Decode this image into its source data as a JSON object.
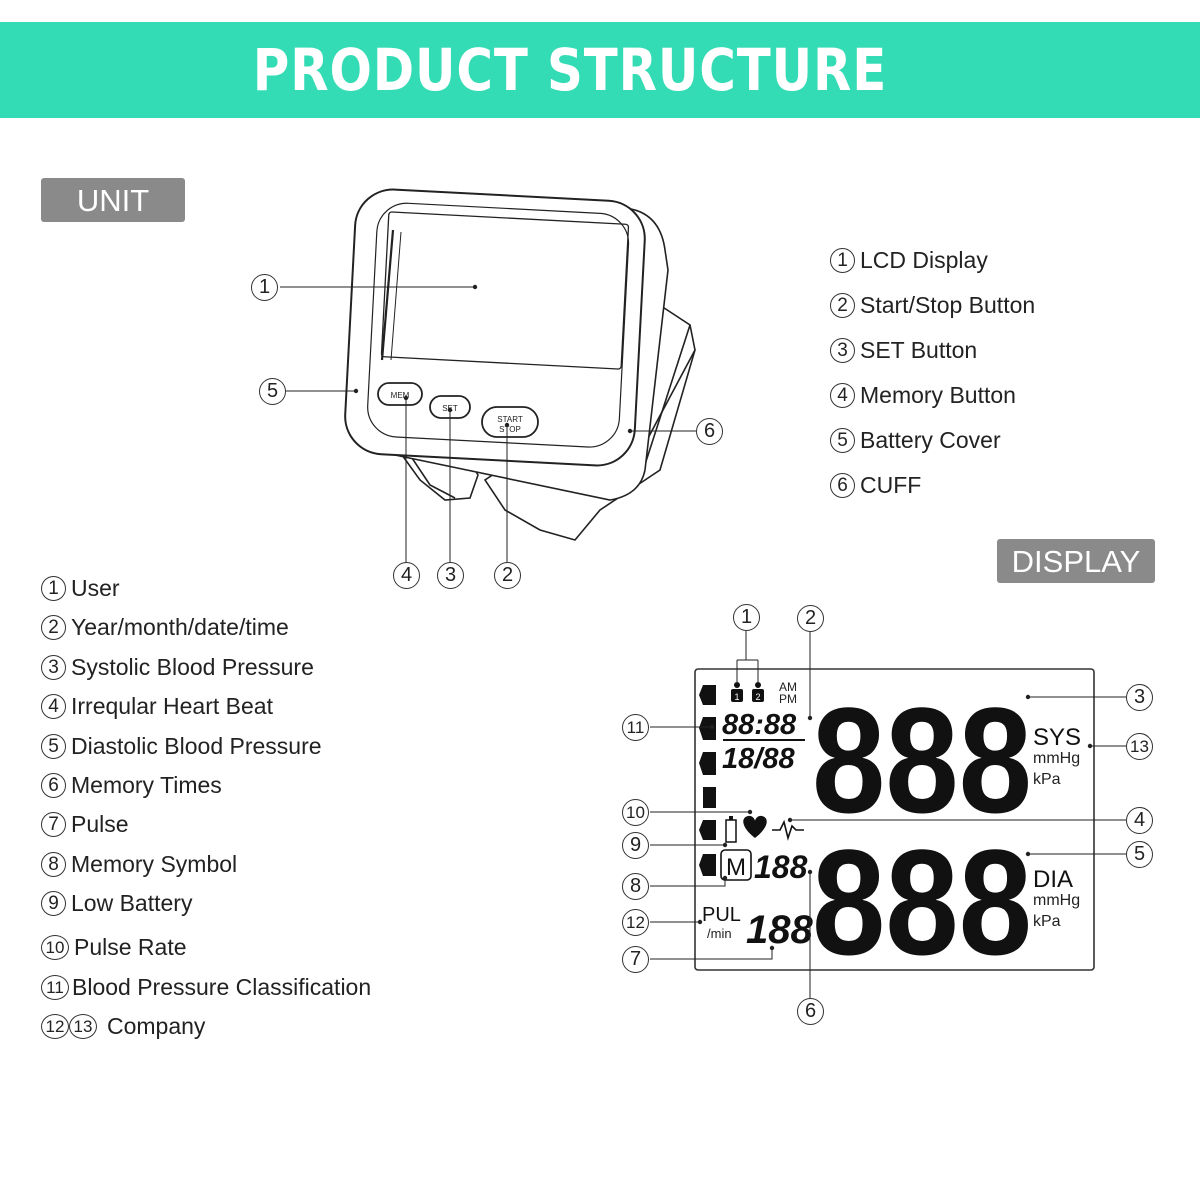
{
  "banner": {
    "title": "PRODUCT STRUCTURE"
  },
  "sections": {
    "unit": "UNIT",
    "display": "DISPLAY"
  },
  "unit_legend": [
    {
      "num": "1",
      "label": "LCD Display"
    },
    {
      "num": "2",
      "label": "Start/Stop Button"
    },
    {
      "num": "3",
      "label": "SET Button"
    },
    {
      "num": "4",
      "label": "Memory Button"
    },
    {
      "num": "5",
      "label": "Battery Cover"
    },
    {
      "num": "6",
      "label": "CUFF"
    }
  ],
  "display_legend": [
    {
      "num": "1",
      "label": "User"
    },
    {
      "num": "2",
      "label": "Year/month/date/time"
    },
    {
      "num": "3",
      "label": "Systolic Blood Pressure"
    },
    {
      "num": "4",
      "label": "Irreqular Heart Beat"
    },
    {
      "num": "5",
      "label": "Diastolic Blood Pressure"
    },
    {
      "num": "6",
      "label": "Memory Times"
    },
    {
      "num": "7",
      "label": "Pulse"
    },
    {
      "num": "8",
      "label": "Memory Symbol"
    },
    {
      "num": "9",
      "label": "Low Battery"
    },
    {
      "num": "10",
      "label": "Pulse Rate"
    },
    {
      "num": "11",
      "label": "Blood Pressure Classification"
    },
    {
      "num": "12",
      "num2": "13",
      "label": "Company"
    }
  ],
  "device": {
    "buttons": {
      "mem": "MEM",
      "set": "SET",
      "start": "START",
      "stop": "STOP"
    },
    "callouts": {
      "c1": "1",
      "c2": "2",
      "c3": "3",
      "c4": "4",
      "c5": "5",
      "c6": "6"
    }
  },
  "lcd": {
    "am": "AM",
    "pm": "PM",
    "user1": "1",
    "user2": "2",
    "time": "88:88",
    "date": "18/88",
    "sys_digits": "888",
    "dia_digits": "888",
    "sys": "SYS",
    "dia": "DIA",
    "unit1": "mmHg",
    "unit2": "kPa",
    "mem_symbol": "M",
    "mem_digits": "188",
    "pul": "PUL",
    "per_min": "/min",
    "pulse_digits": "188",
    "callouts": {
      "c1": "1",
      "c2": "2",
      "c3": "3",
      "c4": "4",
      "c5": "5",
      "c6": "6",
      "c7": "7",
      "c8": "8",
      "c9": "9",
      "c10": "10",
      "c11": "11",
      "c12": "12",
      "c13": "13"
    }
  }
}
